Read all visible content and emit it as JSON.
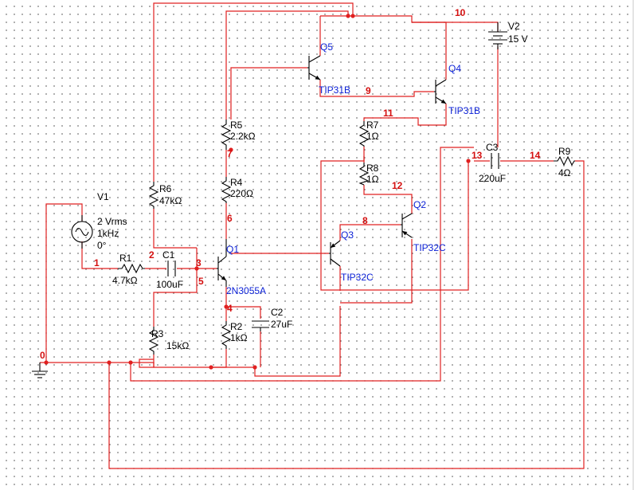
{
  "components": {
    "V1": {
      "name": "V1",
      "line1": "2 Vrms",
      "line2": "1kHz",
      "line3": "0°"
    },
    "V2": {
      "name": "V2",
      "value": "15 V"
    },
    "R1": {
      "name": "R1",
      "value": "4.7kΩ"
    },
    "R2": {
      "name": "R2",
      "value": "1kΩ"
    },
    "R3": {
      "name": "R3",
      "value": "15kΩ"
    },
    "R4": {
      "name": "R4",
      "value": "220Ω"
    },
    "R5": {
      "name": "R5",
      "value": "2.2kΩ"
    },
    "R6": {
      "name": "R6",
      "value": "47kΩ"
    },
    "R7": {
      "name": "R7",
      "value": "1Ω"
    },
    "R8": {
      "name": "R8",
      "value": "1Ω"
    },
    "R9": {
      "name": "R9",
      "value": "4Ω"
    },
    "C1": {
      "name": "C1",
      "value": "100uF"
    },
    "C2": {
      "name": "C2",
      "value": "27uF"
    },
    "C3": {
      "name": "C3",
      "value": "220uF"
    },
    "Q1": {
      "name": "Q1",
      "model": "2N3055A"
    },
    "Q2": {
      "name": "Q2",
      "model": "TIP32C"
    },
    "Q3": {
      "name": "Q3",
      "model": "TIP32C"
    },
    "Q4": {
      "name": "Q4",
      "model": "TIP31B"
    },
    "Q5": {
      "name": "Q5",
      "model": "TIP31B"
    }
  },
  "nets": [
    "0",
    "1",
    "2",
    "3",
    "4",
    "5",
    "6",
    "7",
    "8",
    "9",
    "10",
    "11",
    "12",
    "13",
    "14"
  ]
}
